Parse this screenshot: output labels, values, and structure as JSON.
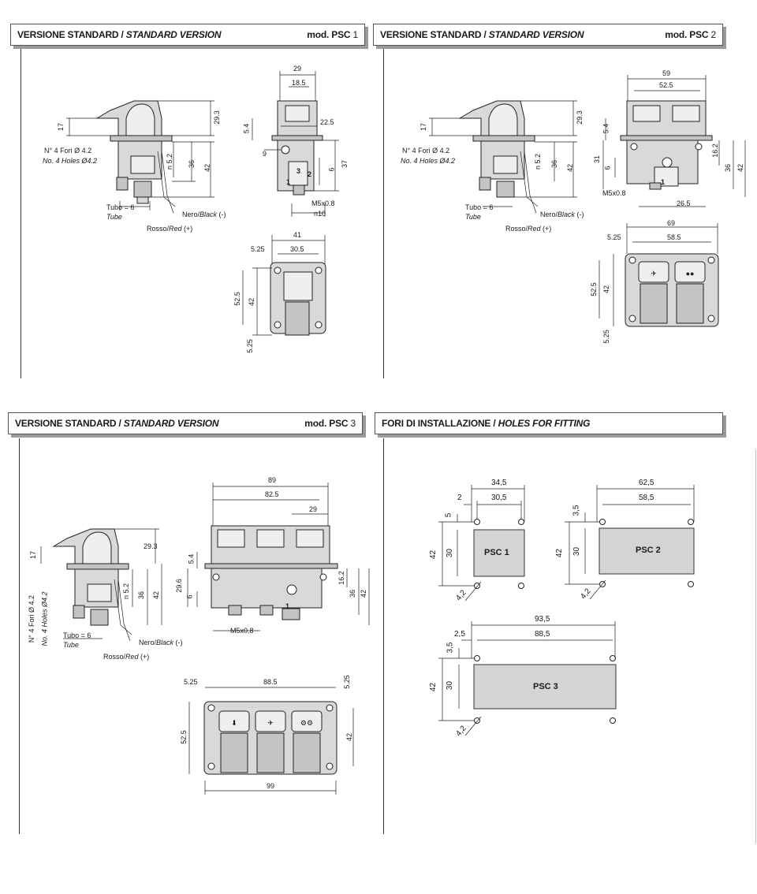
{
  "panels": {
    "psc1": {
      "title": "VERSIONE STANDARD",
      "title_sep": " / ",
      "title_en": "STANDARD VERSION",
      "mod_prefix": "mod. PSC",
      "mod_num": "1"
    },
    "psc2": {
      "title": "VERSIONE STANDARD",
      "title_sep": " / ",
      "title_en": "STANDARD VERSION",
      "mod_prefix": "mod. PSC",
      "mod_num": "2"
    },
    "psc3": {
      "title": "VERSIONE STANDARD",
      "title_sep": " / ",
      "title_en": "STANDARD VERSION",
      "mod_prefix": "mod. PSC",
      "mod_num": "3"
    },
    "holes": {
      "title": "FORI DI INSTALLAZIONE",
      "title_sep": " / ",
      "title_en": "HOLES FOR FITTING"
    }
  },
  "labels": {
    "fori_it": "N° 4 Fori Ø 4.2",
    "fori_en": "No. 4 Holes Ø4.2",
    "tubo_it": "Tubo = 6",
    "tubo_en": "Tube",
    "nero": "Nero/",
    "nero_en": "Black",
    "nero_sign": " (-)",
    "rosso": "Rosso/",
    "rosso_en": "Red",
    "rosso_sign": " (+)",
    "m5": "M5x0.8",
    "n10": "n10",
    "n52": "n 5.2",
    "key1": "1",
    "key2": "2",
    "key3": "3"
  },
  "psc1_dims": {
    "d17": "17",
    "d293": "29.3",
    "d36": "36",
    "d42": "42",
    "d29": "29",
    "d185": "18.5",
    "d225": "22.5",
    "d54": "5.4",
    "d9": "9",
    "d6": "6",
    "d37": "37",
    "d41": "41",
    "d525": "5.25",
    "d305": "30.5",
    "d525b": "52.5",
    "d42b": "42",
    "d525c": "5.25"
  },
  "psc2_dims": {
    "d17": "17",
    "d293": "29.3",
    "d36": "36",
    "d42": "42",
    "d59": "59",
    "d525": "52.5",
    "d54": "5.4",
    "d31": "31",
    "d6": "6",
    "d162": "16.2",
    "d36b": "36",
    "d42b": "42",
    "d265": "26.5",
    "d69": "69",
    "d525b": "5.25",
    "d585": "58.5",
    "d525c": "52.5",
    "d42c": "42",
    "d525d": "5.25"
  },
  "psc3_dims": {
    "d17": "17",
    "d293": "29.3",
    "d36": "36",
    "d42": "42",
    "d89": "89",
    "d825": "82.5",
    "d29": "29",
    "d54": "5.4",
    "d296": "29.6",
    "d6": "6",
    "d162": "16.2",
    "d36b": "36",
    "d42b": "42",
    "d525": "5.25",
    "d885": "88.5",
    "d525b": "5.25",
    "d525c": "52.5",
    "d42c": "42",
    "d99": "99"
  },
  "holes_dims": {
    "p1_w": "34,5",
    "p1_w2": "30,5",
    "p1_off": "2",
    "p1_5": "5",
    "p1_42": "42",
    "p1_30": "30",
    "p1_d": "4,2",
    "p2_w": "62,5",
    "p2_w2": "58,5",
    "p2_35": "3,5",
    "p2_42": "42",
    "p2_30": "30",
    "p2_d": "4,2",
    "p3_w": "93,5",
    "p3_w2": "88,5",
    "p3_off": "2,5",
    "p3_35": "3,5",
    "p3_42": "42",
    "p3_30": "30",
    "p3_d": "4,2",
    "psc1": "PSC 1",
    "psc2": "PSC 2",
    "psc3": "PSC 3"
  },
  "colors": {
    "line": "#222222",
    "fill_gray": "#d4d4d4",
    "header_shadow": "#9a9a9a"
  }
}
